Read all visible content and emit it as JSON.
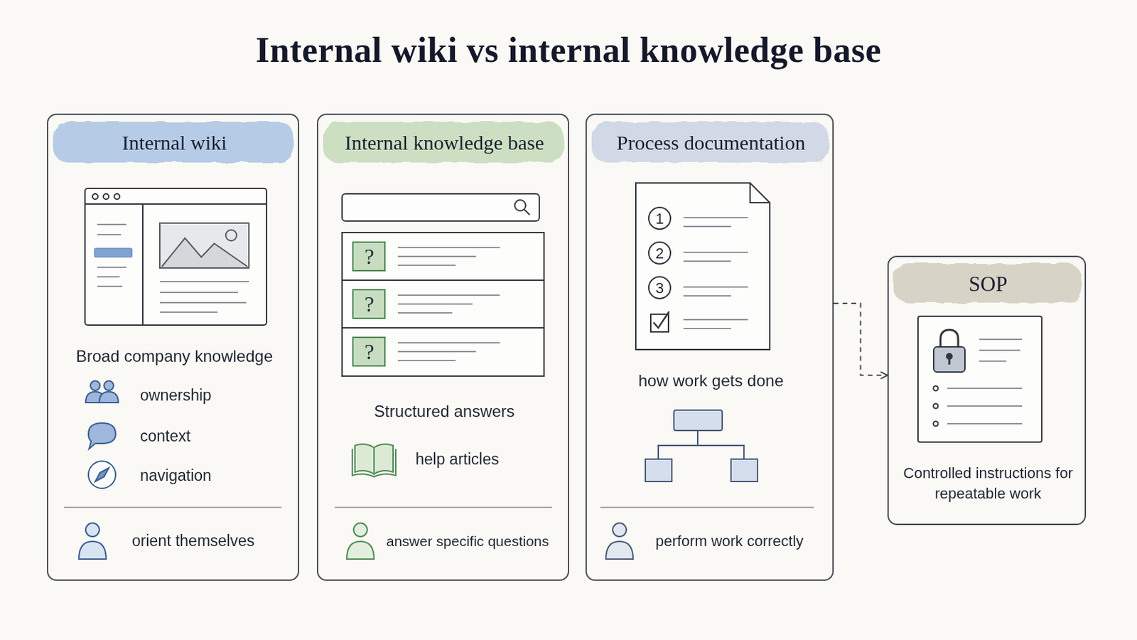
{
  "diagram": {
    "title": "Internal wiki vs internal knowledge base",
    "nodes": [
      {
        "text": [
          "Internal wiki",
          "Broad company knowledge",
          "ownership",
          "context",
          "navigation",
          "orient themselves"
        ]
      },
      {
        "text": [
          "Internal knowledge base",
          "Structured answers",
          "help articles",
          "answer specific questions"
        ]
      },
      {
        "text": [
          "Process documentation",
          "how work gets done",
          "perform work correctly"
        ]
      },
      {
        "text": [
          "SOP",
          "Controlled instructions for repeatable work"
        ]
      }
    ],
    "edges": [
      {
        "from": 2,
        "to": 3,
        "arrow": "to"
      }
    ],
    "labels": [
      "?",
      "?",
      "?",
      "1",
      "2",
      "3"
    ]
  }
}
